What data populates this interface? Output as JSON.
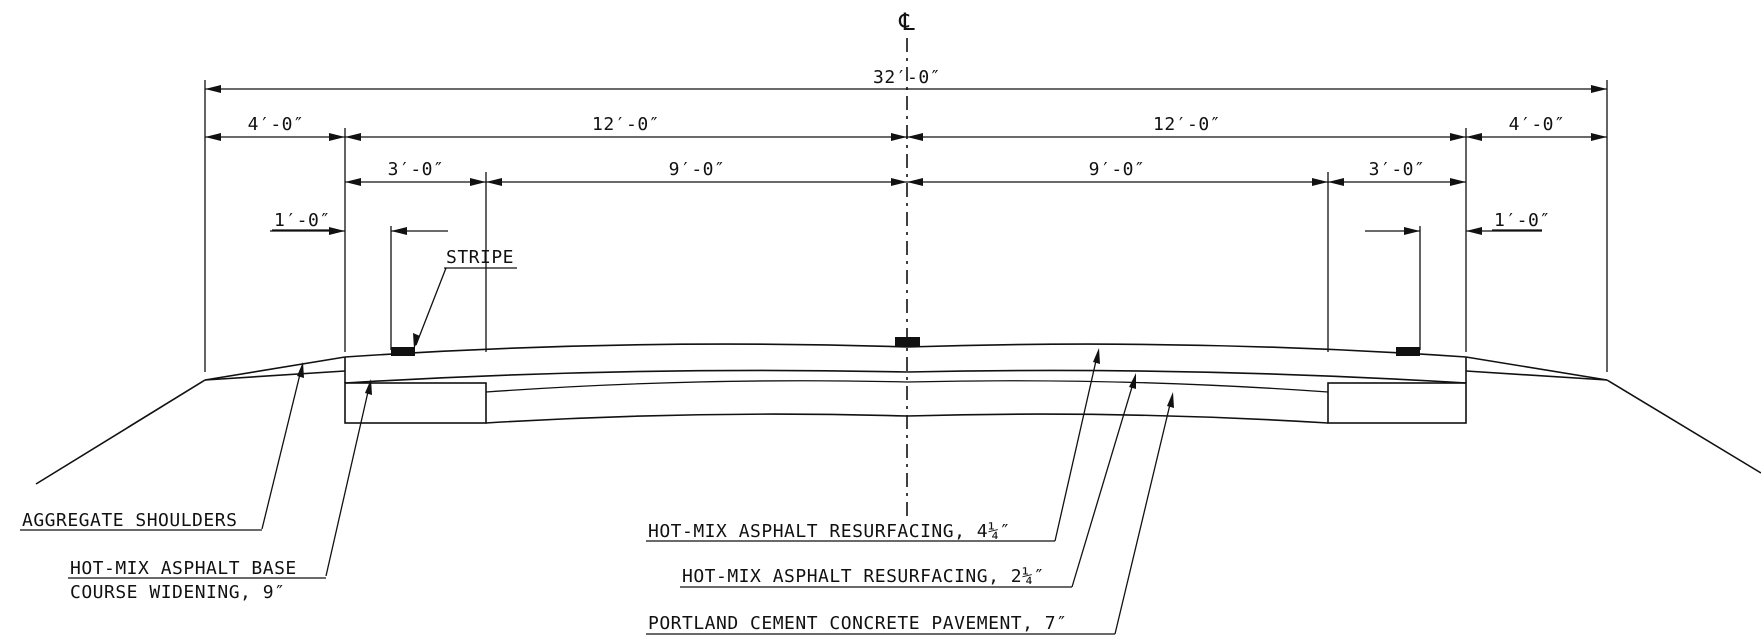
{
  "symbols": {
    "centerline": "℄"
  },
  "dimensions": {
    "overall": "32′-0″",
    "shoulder_left": "4′-0″",
    "lane_left": "12′-0″",
    "lane_right": "12′-0″",
    "shoulder_right": "4′-0″",
    "widening_left": "3′-0″",
    "inner_left": "9′-0″",
    "inner_right": "9′-0″",
    "widening_right": "3′-0″",
    "offset_left": "1′-0″",
    "offset_right": "1′-0″"
  },
  "labels": {
    "stripe": "STRIPE",
    "aggregate_shoulders": "AGGREGATE SHOULDERS",
    "base_widening_line1": "HOT-MIX ASPHALT BASE",
    "base_widening_line2": "COURSE WIDENING, 9″",
    "resurfacing_top": "HOT-MIX ASPHALT RESURFACING, 4¼″",
    "resurfacing_bottom": "HOT-MIX ASPHALT RESURFACING, 2¼″",
    "pcc_pavement": "PORTLAND CEMENT CONCRETE PAVEMENT, 7″"
  }
}
